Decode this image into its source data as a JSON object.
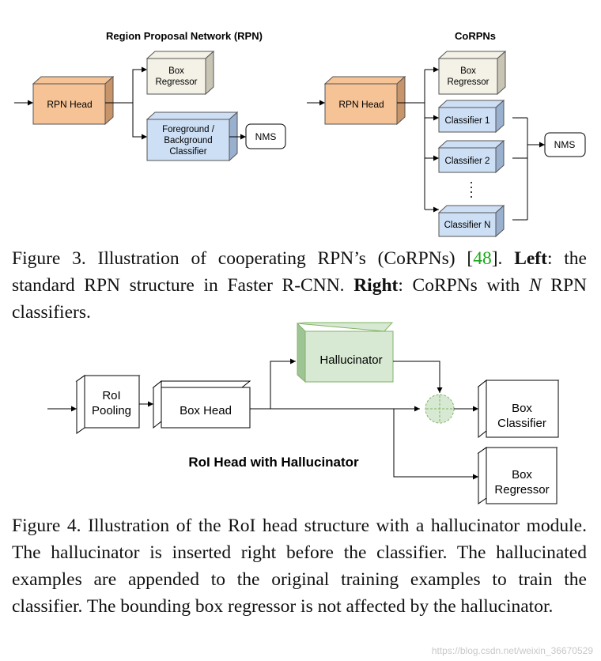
{
  "fig3": {
    "left_title": "Region Proposal Network (RPN)",
    "right_title": "CoRPNs",
    "left": {
      "rpn_head": "RPN Head",
      "box_regressor": [
        "Box",
        "Regressor"
      ],
      "fg_bg_classifier": [
        "Foreground /",
        "Background",
        "Classifier"
      ],
      "nms": "NMS"
    },
    "right": {
      "rpn_head": "RPN Head",
      "box_regressor": [
        "Box",
        "Regressor"
      ],
      "classifier_1": "Classifier 1",
      "classifier_2": "Classifier 2",
      "classifier_n": "Classifier N",
      "nms": "NMS"
    }
  },
  "caption3": {
    "p1": "Figure 3. Illustration of cooperating RPN’s (CoRPNs) [",
    "cite": "48",
    "p2": "]. ",
    "left_bold": "Left",
    "p3": ": the standard RPN structure in Faster R-CNN. ",
    "right_bold": "Right",
    "p4": ":  CoRPNs with ",
    "n_var": "N",
    "p5": " RPN classifiers."
  },
  "fig4": {
    "roi_pooling": [
      "RoI",
      "Pooling"
    ],
    "box_head": "Box Head",
    "hallucinator": "Hallucinator",
    "box_classifier": [
      "Box",
      "Classifier"
    ],
    "box_regressor": [
      "Box",
      "Regressor"
    ],
    "subtitle": "RoI Head with Hallucinator"
  },
  "caption4": {
    "text": "Figure 4. Illustration of the RoI head structure with a hallucinator module.  The hallucinator is inserted right before the classifier. The hallucinated examples are appended to the original training examples to train the classifier. The bounding box regressor is not affected by the hallucinator."
  },
  "watermark": "https://blog.csdn.net/weixin_36670529",
  "colors": {
    "rpn_head_fill": "#f5c395",
    "rpn_head_side": "#c8956a",
    "regressor_fill": "#f4f1e6",
    "regressor_side": "#c9c5b5",
    "classifier_fill": "#cddff5",
    "classifier_side": "#9ab0cf",
    "hallucinator_fill": "#d7e9d2",
    "hallucinator_side": "#9dc494",
    "hallucinator_stroke": "#82b366"
  }
}
